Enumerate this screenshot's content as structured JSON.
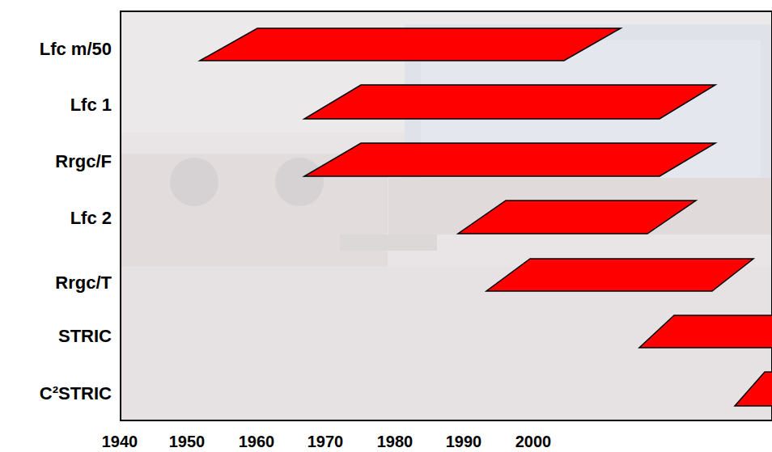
{
  "diagram": {
    "nodes": [
      {
        "text": [
          "Lfc m/50"
        ]
      },
      {
        "text": [
          "Lfc 1"
        ]
      },
      {
        "text": [
          "Rrgc/F"
        ]
      },
      {
        "text": [
          "Lfc 2"
        ]
      },
      {
        "text": [
          "Rrgc/T"
        ]
      },
      {
        "text": [
          "STRIC"
        ]
      },
      {
        "text": [
          "C²STRIC"
        ]
      }
    ],
    "labels": [
      "1940",
      "1950",
      "1960",
      "1970",
      "1980",
      "1990",
      "2000"
    ]
  }
}
